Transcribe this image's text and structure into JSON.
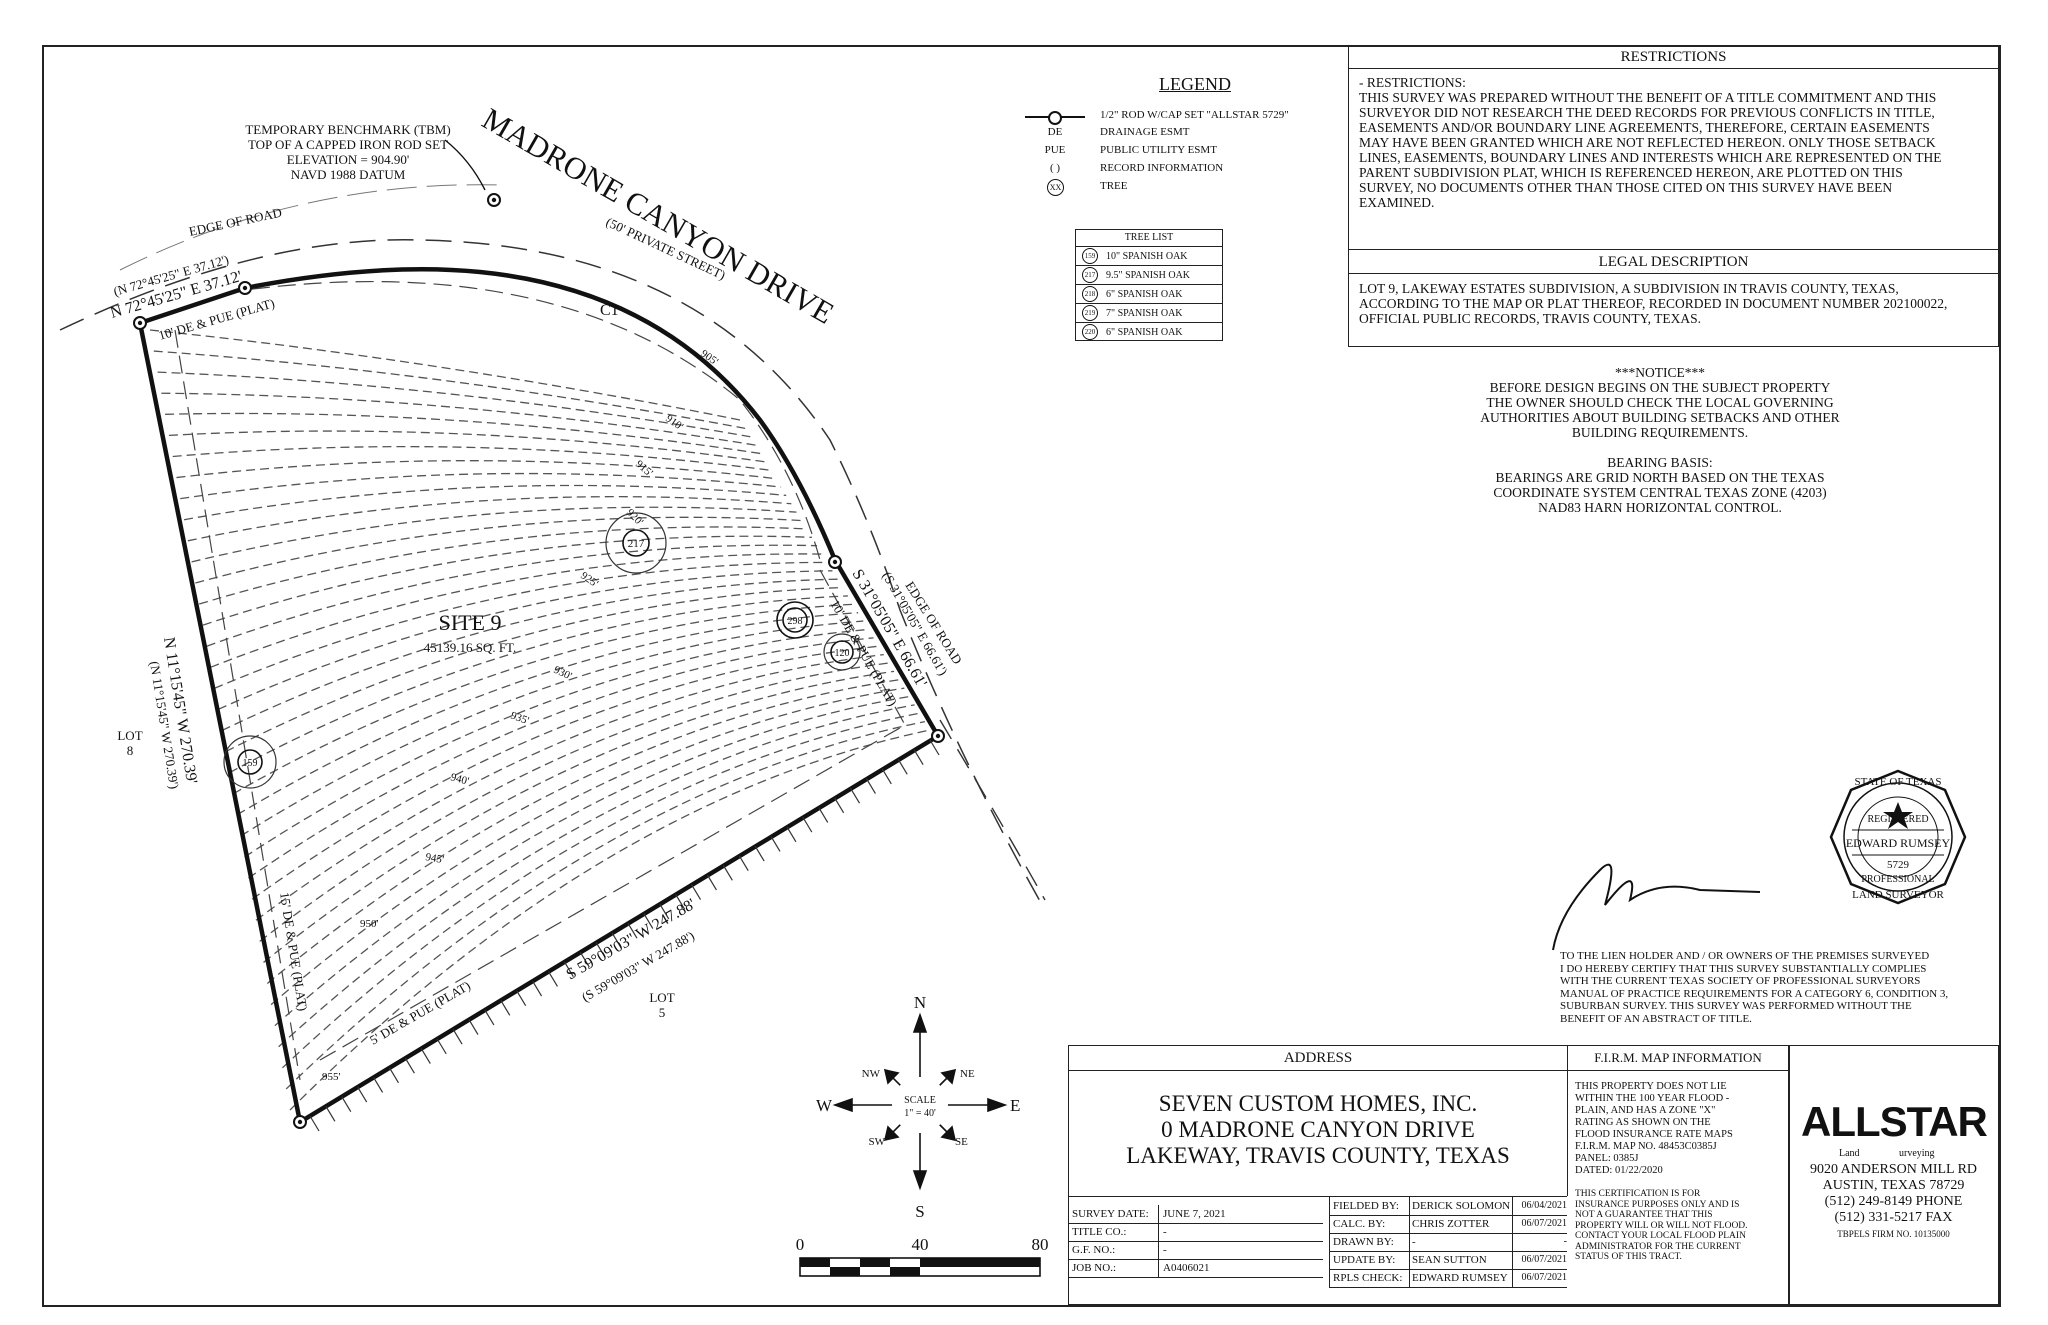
{
  "street": {
    "name": "MADRONE CANYON DRIVE",
    "subtitle": "(50' PRIVATE STREET)"
  },
  "benchmark": {
    "lines": [
      "TEMPORARY BENCHMARK (TBM)",
      "TOP OF A CAPPED IRON ROD SET",
      "ELEVATION = 904.90'",
      "NAVD 1988 DATUM"
    ]
  },
  "plat_labels": {
    "edge_of_road_top": "EDGE OF ROAD",
    "edge_of_road_right": "EDGE OF ROAD",
    "north_bearing_record": "(N 72°45'25\" E 37.12')",
    "north_bearing": "N 72°45'25\" E 37.12'",
    "de_pue_top": "10' DE & PUE (PLAT)",
    "curve": "C1",
    "east_bearing_record": "(S 31°05'05\" E 66.61')",
    "east_bearing": "S 31°05'05\" E 66.61'",
    "de_pue_east": "10' DE & PUE (PLAT)",
    "west_bearing": "N 11°15'45\" W 270.39'",
    "west_bearing_record": "(N 11°15'45\" W 270.39')",
    "south_bearing": "S 59°09'03\" W 247.88'",
    "south_bearing_record": "(S 59°09'03\" W 247.88')",
    "de_pue_south": "5' DE & PUE (PLAT)",
    "de_pue_west": "15' DE & PUE (PLAT)",
    "lot_west": "LOT",
    "lot_west_num": "8",
    "lot_south": "LOT",
    "lot_south_num": "5",
    "site_name": "SITE 9",
    "site_area": "45139.16 SQ. FT.",
    "contours": [
      "905'",
      "910'",
      "915'",
      "920'",
      "925'",
      "930'",
      "935'",
      "940'",
      "945'",
      "950'",
      "955'"
    ],
    "trees": [
      "217",
      "298",
      "120",
      "159"
    ]
  },
  "legend": {
    "title": "LEGEND",
    "items": [
      {
        "symbol": "",
        "text": "1/2\" ROD W/CAP SET \"ALLSTAR 5729\""
      },
      {
        "symbol": "DE",
        "text": "DRAINAGE ESMT"
      },
      {
        "symbol": "PUE",
        "text": "PUBLIC UTILITY ESMT"
      },
      {
        "symbol": "( )",
        "text": "RECORD INFORMATION"
      },
      {
        "symbol": "XX",
        "text": "TREE"
      }
    ]
  },
  "tree_list": {
    "title": "TREE LIST",
    "rows": [
      {
        "id": "159",
        "desc": "10\" SPANISH OAK"
      },
      {
        "id": "217",
        "desc": "9.5\" SPANISH OAK"
      },
      {
        "id": "218",
        "desc": "6\" SPANISH OAK"
      },
      {
        "id": "219",
        "desc": "7\" SPANISH OAK"
      },
      {
        "id": "220",
        "desc": "6\" SPANISH OAK"
      }
    ]
  },
  "restrictions": {
    "title": "RESTRICTIONS",
    "heading": "- RESTRICTIONS:",
    "lines": [
      "THIS SURVEY WAS PREPARED WITHOUT THE BENEFIT OF A TITLE COMMITMENT AND THIS",
      "SURVEYOR DID NOT RESEARCH THE DEED RECORDS FOR PREVIOUS CONFLICTS IN TITLE,",
      "EASEMENTS AND/OR BOUNDARY LINE AGREEMENTS, THEREFORE, CERTAIN EASEMENTS",
      "MAY HAVE BEEN GRANTED WHICH ARE NOT REFLECTED HEREON.  ONLY THOSE SETBACK",
      "LINES, EASEMENTS, BOUNDARY LINES AND INTERESTS WHICH ARE REPRESENTED ON THE",
      "PARENT SUBDIVISION PLAT, WHICH IS REFERENCED HEREON, ARE PLOTTED ON THIS",
      "SURVEY, NO DOCUMENTS OTHER THAN THOSE CITED ON THIS SURVEY HAVE BEEN",
      "EXAMINED."
    ]
  },
  "legal": {
    "title": "LEGAL DESCRIPTION",
    "lines": [
      "LOT 9, LAKEWAY ESTATES SUBDIVISION, A SUBDIVISION IN TRAVIS COUNTY, TEXAS,",
      "ACCORDING TO THE MAP OR PLAT THEREOF, RECORDED IN DOCUMENT NUMBER 202100022,",
      "OFFICIAL PUBLIC RECORDS, TRAVIS COUNTY, TEXAS."
    ]
  },
  "notice": {
    "lines": [
      "***NOTICE***",
      "BEFORE DESIGN BEGINS ON THE SUBJECT PROPERTY",
      "THE OWNER SHOULD CHECK THE LOCAL GOVERNING",
      "AUTHORITIES  ABOUT BUILDING SETBACKS AND OTHER",
      "BUILDING REQUIREMENTS.",
      "",
      "BEARING BASIS:",
      "BEARINGS ARE GRID NORTH BASED ON THE TEXAS",
      "COORDINATE SYSTEM CENTRAL TEXAS ZONE (4203)",
      "NAD83 HARN HORIZONTAL CONTROL."
    ]
  },
  "seal": {
    "top": "STATE OF TEXAS",
    "registered": "REGISTERED",
    "name": "EDWARD RUMSEY",
    "number": "5729",
    "professional": "PROFESSIONAL",
    "bottom": "LAND SURVEYOR"
  },
  "certification": {
    "lines": [
      "TO THE LIEN HOLDER AND / OR OWNERS OF THE PREMISES SURVEYED",
      "I DO HEREBY CERTIFY THAT THIS SURVEY SUBSTANTIALLY COMPLIES",
      "WITH THE CURRENT TEXAS SOCIETY OF PROFESSIONAL SURVEYORS",
      "MANUAL OF PRACTICE REQUIREMENTS FOR A CATEGORY 6, CONDITION 3,",
      "SUBURBAN SURVEY. THIS SURVEY WAS PERFORMED WITHOUT THE",
      "BENEFIT OF AN ABSTRACT OF TITLE."
    ]
  },
  "compass": {
    "n": "N",
    "s": "S",
    "e": "E",
    "w": "W",
    "ne": "NE",
    "nw": "NW",
    "se": "SE",
    "sw": "SW",
    "scale": "SCALE",
    "scale_value": "1\" = 40'"
  },
  "scale_bar": {
    "labels": [
      "0",
      "40",
      "80"
    ]
  },
  "address": {
    "title": "ADDRESS",
    "lines": [
      "SEVEN CUSTOM HOMES, INC.",
      "0 MADRONE CANYON DRIVE",
      "LAKEWAY, TRAVIS COUNTY, TEXAS"
    ]
  },
  "firm": {
    "title": "F.I.R.M. MAP INFORMATION",
    "lines": [
      "THIS PROPERTY DOES NOT LIE",
      "WITHIN THE 100 YEAR FLOOD -",
      "PLAIN, AND HAS A ZONE   \"X\"",
      "RATING AS SHOWN ON THE",
      "FLOOD INSURANCE RATE MAPS",
      "F.I.R.M. MAP NO.    48453C0385J",
      "PANEL:   0385J",
      "DATED:  01/22/2020"
    ],
    "disclaimer": [
      "THIS CERTIFICATION IS FOR",
      "INSURANCE PURPOSES ONLY AND IS",
      "NOT A GUARANTEE THAT THIS",
      "PROPERTY WILL OR WILL NOT FLOOD.",
      "CONTACT YOUR LOCAL FLOOD PLAIN",
      "ADMINISTRATOR FOR THE CURRENT",
      "STATUS OF THIS TRACT."
    ]
  },
  "survey_info": [
    {
      "label": "SURVEY DATE:",
      "value": "JUNE 7, 2021"
    },
    {
      "label": "TITLE CO.:",
      "value": "-"
    },
    {
      "label": "G.F. NO.:",
      "value": "-"
    },
    {
      "label": "JOB NO.:",
      "value": "A0406021"
    }
  ],
  "crew": [
    {
      "label": "FIELDED BY:",
      "name": "DERICK SOLOMON",
      "date": "06/04/2021"
    },
    {
      "label": "CALC. BY:",
      "name": "CHRIS ZOTTER",
      "date": "06/07/2021"
    },
    {
      "label": "DRAWN BY:",
      "name": "-",
      "date": "-"
    },
    {
      "label": "UPDATE BY:",
      "name": "SEAN SUTTON",
      "date": "06/07/2021"
    },
    {
      "label": "RPLS CHECK:",
      "name": "EDWARD RUMSEY",
      "date": "06/07/2021"
    }
  ],
  "company": {
    "logo": "ALLSTAR",
    "logo_sub_left": "Land",
    "logo_sub_right": "urveying",
    "address1": "9020 ANDERSON MILL RD",
    "address2": "AUSTIN, TEXAS 78729",
    "phone": "(512) 249-8149 PHONE",
    "fax": "(512) 331-5217 FAX",
    "firm_no": "TBPELS FIRM NO. 10135000"
  }
}
